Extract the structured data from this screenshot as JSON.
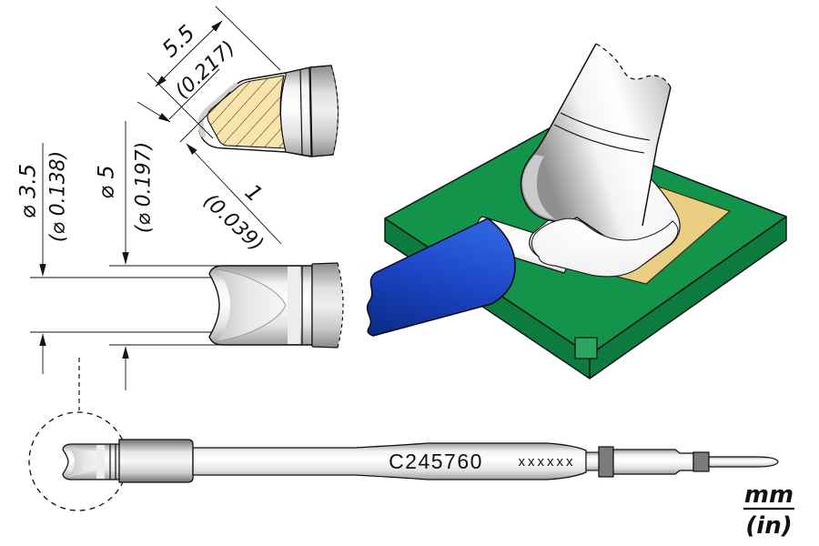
{
  "drawing": {
    "dimensions": {
      "bevel_length_mm": "5.5",
      "bevel_length_in": "(0.217)",
      "heel_mm": "1",
      "heel_in": "(0.039)",
      "tip_diameter_mm": "⌀ 3.5",
      "tip_diameter_in": "(⌀ 0.138)",
      "shaft_diameter_mm": "⌀ 5",
      "shaft_diameter_in": "(⌀ 0.197)"
    },
    "cartridge": {
      "part_number": "C245760",
      "marking": "xxxxxx"
    },
    "units": {
      "primary": "mm",
      "secondary": "(in)"
    },
    "colors": {
      "line": "#111111",
      "hatch_fill": "#F9E4AC",
      "board_top": "#12954B",
      "board_side": "#0C7C3E",
      "board_chamfer": "#2BA55F",
      "pad_gold": "#E9CE84",
      "cable_blue": "#1B46C4",
      "cable_blue_light": "#2E63DE",
      "cable_blue_dark": "#0A2A85"
    }
  }
}
